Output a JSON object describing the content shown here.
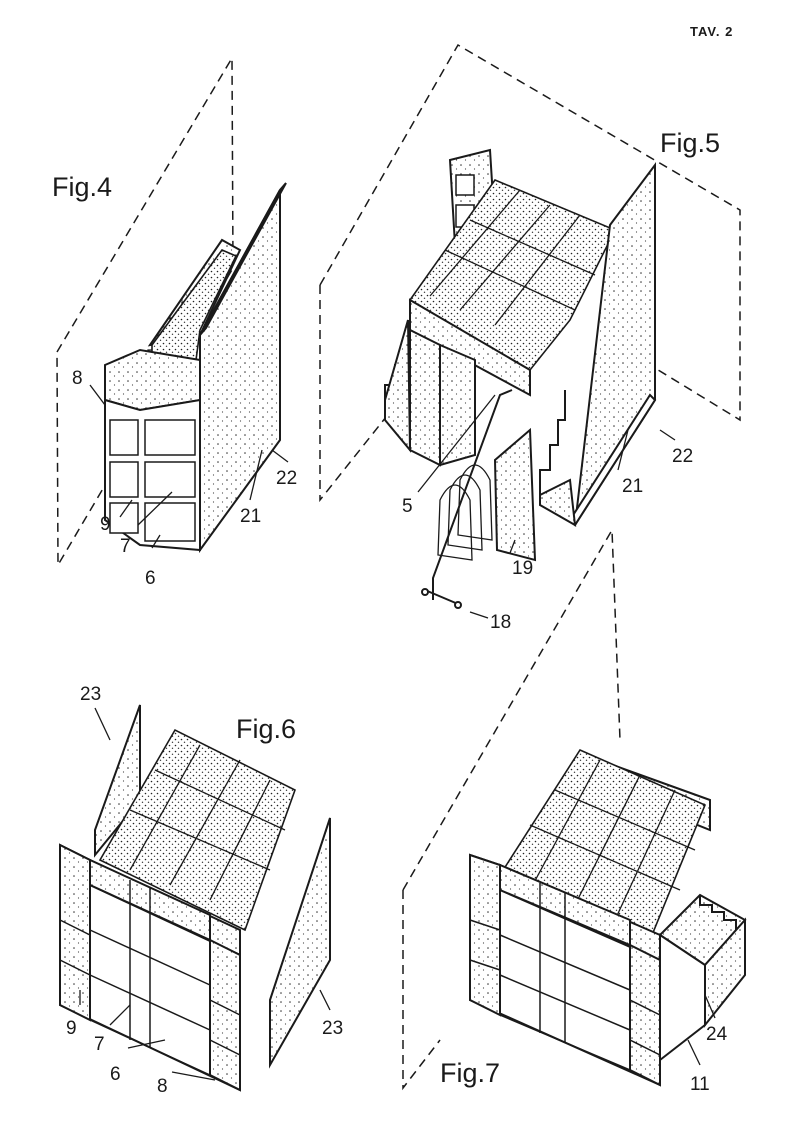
{
  "sheet": {
    "ink": "#1a1a1a",
    "paper": "#ffffff",
    "plate": "TAV. 2"
  },
  "fig4": {
    "title": "Fig.4",
    "labels": [
      "8",
      "9",
      "7",
      "6",
      "21",
      "22"
    ]
  },
  "fig5": {
    "title": "Fig.5",
    "labels": [
      "5",
      "19",
      "18",
      "21",
      "22"
    ]
  },
  "fig6": {
    "title": "Fig.6",
    "labels": [
      "23",
      "9",
      "7",
      "6",
      "8",
      "23"
    ]
  },
  "fig7": {
    "title": "Fig.7",
    "labels": [
      "24",
      "11"
    ]
  }
}
